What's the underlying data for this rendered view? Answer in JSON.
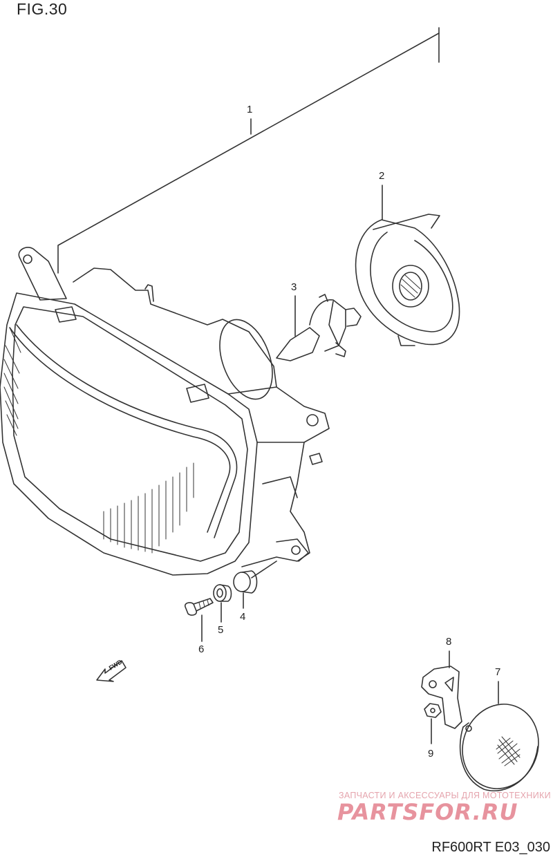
{
  "figure": {
    "title": "FIG.30",
    "code": "RF600RT E03_030"
  },
  "callouts": [
    {
      "id": "1",
      "label": "1"
    },
    {
      "id": "2",
      "label": "2"
    },
    {
      "id": "3",
      "label": "3"
    },
    {
      "id": "4",
      "label": "4"
    },
    {
      "id": "5",
      "label": "5"
    },
    {
      "id": "6",
      "label": "6"
    },
    {
      "id": "7",
      "label": "7"
    },
    {
      "id": "8",
      "label": "8"
    },
    {
      "id": "9",
      "label": "9"
    }
  ],
  "fwd_arrow": {
    "label": "FWD"
  },
  "watermark": {
    "tagline": "ЗАПЧАСТИ И АКСЕССУАРЫ ДЛЯ МОТОТЕХНИКИ",
    "brand": "PARTSFOR.RU",
    "color": "#e0707e"
  }
}
